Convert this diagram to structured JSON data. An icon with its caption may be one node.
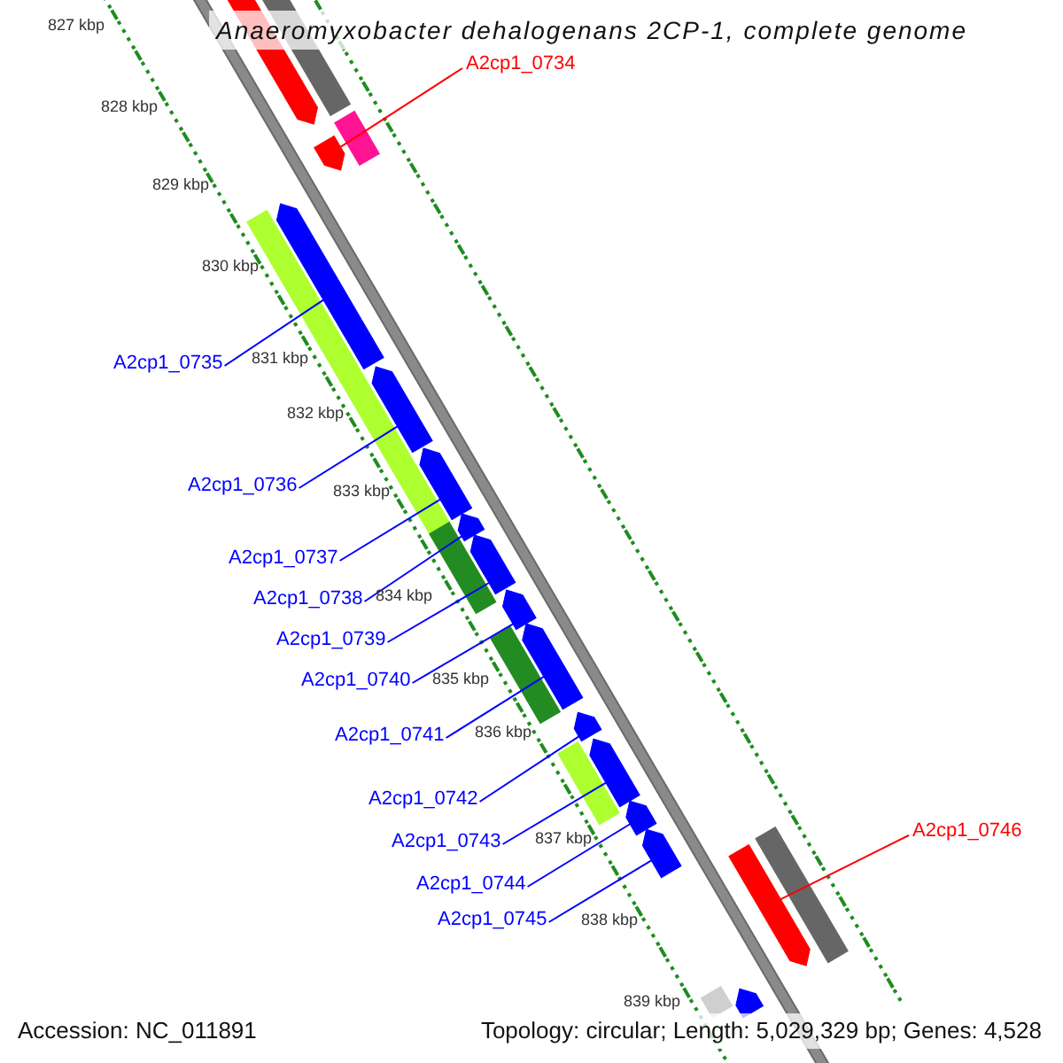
{
  "diagram": {
    "title": "Anaeromyxobacter dehalogenans 2CP-1, complete genome",
    "nodes": [
      {
        "text": [
          "A2cp1_0734"
        ]
      },
      {
        "text": [
          "A2cp1_0735"
        ]
      },
      {
        "text": [
          "A2cp1_0736"
        ]
      },
      {
        "text": [
          "A2cp1_0737"
        ]
      },
      {
        "text": [
          "A2cp1_0738"
        ]
      },
      {
        "text": [
          "A2cp1_0739"
        ]
      },
      {
        "text": [
          "A2cp1_0740"
        ]
      },
      {
        "text": [
          "A2cp1_0741"
        ]
      },
      {
        "text": [
          "A2cp1_0742"
        ]
      },
      {
        "text": [
          "A2cp1_0743"
        ]
      },
      {
        "text": [
          "A2cp1_0744"
        ]
      },
      {
        "text": [
          "A2cp1_0745"
        ]
      },
      {
        "text": [
          "A2cp1_0746"
        ]
      },
      {
        "text": [],
        "shape": "arrow"
      },
      {
        "text": [],
        "shape": "arrow"
      },
      {
        "text": [],
        "shape": "arrow"
      },
      {
        "text": [],
        "shape": "arrow"
      },
      {
        "text": [],
        "shape": "arrow"
      },
      {
        "text": [],
        "shape": "arrow"
      },
      {
        "text": [],
        "shape": "arrow"
      },
      {
        "text": [],
        "shape": "arrow"
      },
      {
        "text": [],
        "shape": "arrow"
      },
      {
        "text": [],
        "shape": "arrow"
      },
      {
        "text": [],
        "shape": "arrow"
      },
      {
        "text": [],
        "shape": "arrow"
      },
      {
        "text": [],
        "shape": "arrow"
      },
      {
        "text": [],
        "shape": "box"
      },
      {
        "text": [],
        "shape": "arrow"
      },
      {
        "text": [],
        "shape": "box"
      },
      {
        "text": [],
        "shape": "box"
      },
      {
        "text": [],
        "shape": "box"
      },
      {
        "text": [],
        "shape": "box"
      },
      {
        "text": [],
        "shape": "box"
      },
      {
        "text": [],
        "shape": "box"
      },
      {
        "text": [],
        "shape": "arrow"
      },
      {
        "text": [],
        "shape": "box"
      }
    ],
    "edges": [
      {
        "from": 0,
        "to": 13,
        "arrow": "none",
        "color": "#ff0000"
      },
      {
        "from": 1,
        "to": 14,
        "arrow": "none"
      },
      {
        "from": 2,
        "to": 15,
        "arrow": "none"
      },
      {
        "from": 3,
        "to": 16,
        "arrow": "none"
      },
      {
        "from": 4,
        "to": 17,
        "arrow": "none"
      },
      {
        "from": 5,
        "to": 18,
        "arrow": "none"
      },
      {
        "from": 6,
        "to": 19,
        "arrow": "none"
      },
      {
        "from": 7,
        "to": 20,
        "arrow": "none"
      },
      {
        "from": 8,
        "to": 21,
        "arrow": "none"
      },
      {
        "from": 9,
        "to": 22,
        "arrow": "none"
      },
      {
        "from": 10,
        "to": 23,
        "arrow": "none"
      },
      {
        "from": 11,
        "to": 24,
        "arrow": "none"
      },
      {
        "from": 12,
        "to": 25,
        "arrow": "none",
        "color": "#ff0000"
      }
    ],
    "labels": [
      "827 kbp",
      "828 kbp",
      "829 kbp",
      "830 kbp",
      "831 kbp",
      "832 kbp",
      "833 kbp",
      "834 kbp",
      "835 kbp",
      "836 kbp",
      "837 kbp",
      "838 kbp",
      "839 kbp",
      "Accession: NC_011891",
      "Topology: circular; Length: 5,029,329 bp; Genes: 4,528"
    ]
  }
}
